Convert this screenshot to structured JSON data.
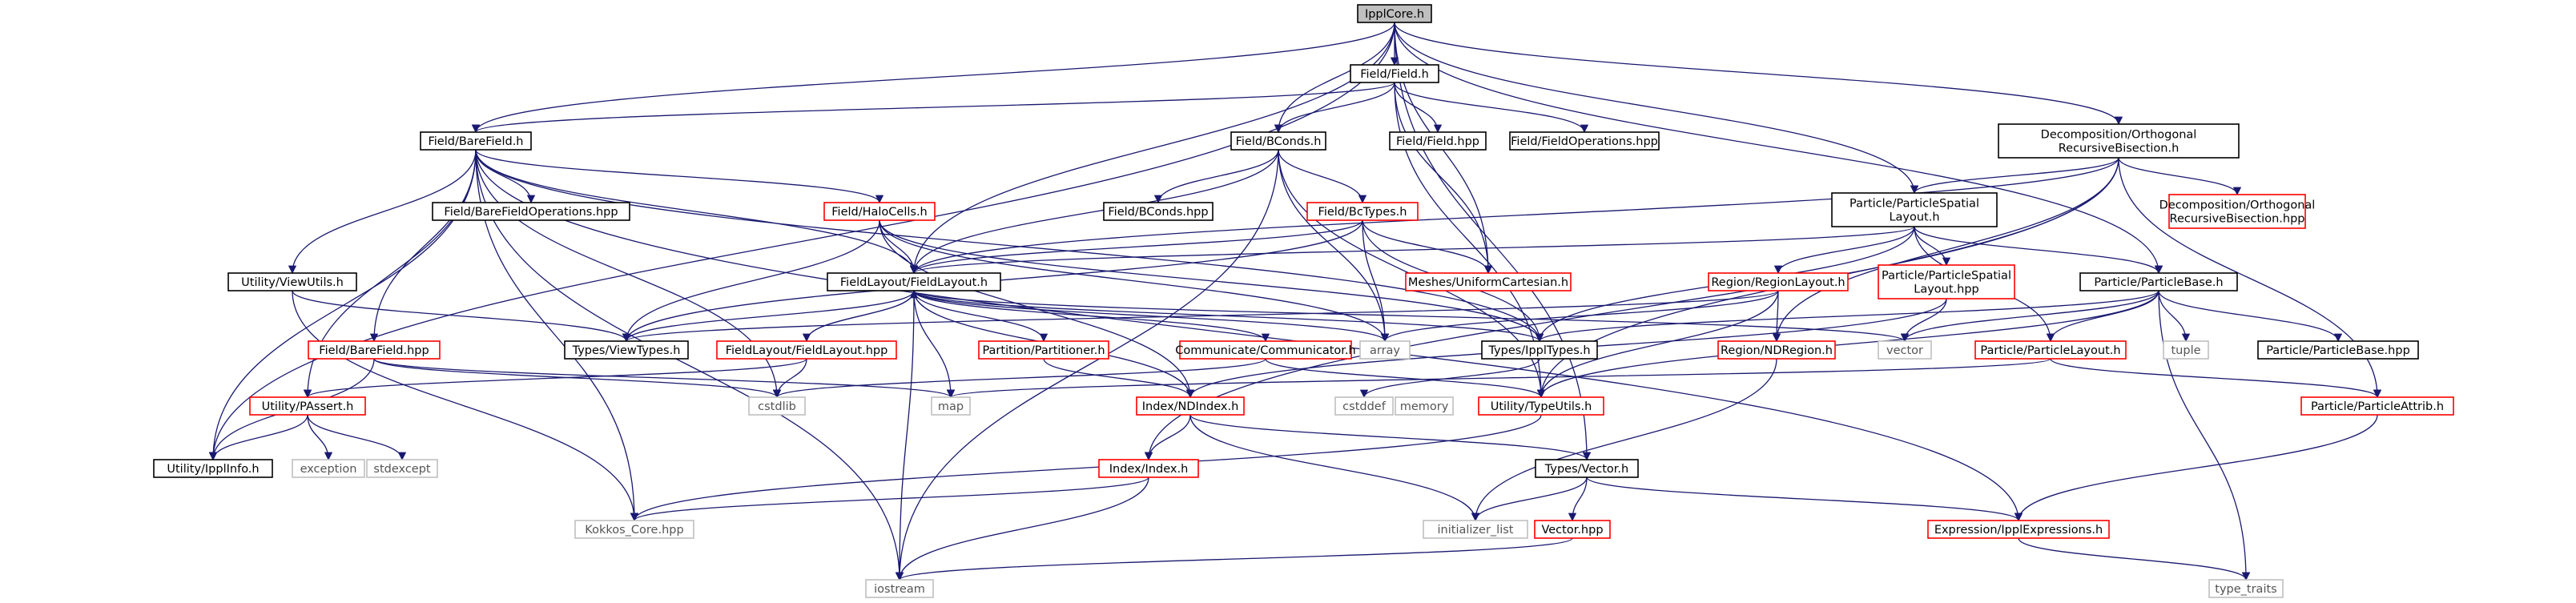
{
  "graph": {
    "type": "include-dependency-graph",
    "colors": {
      "edge": "#191970",
      "root_fill": "#bfbfbf",
      "node_border": "#000000",
      "truncated_border": "#ff0000",
      "external_border": "#bfbfbf"
    },
    "nodes": {
      "root": {
        "label": "IpplCore.h",
        "kind": "root"
      },
      "field": {
        "label": "Field/Field.h",
        "kind": "normal"
      },
      "barefield": {
        "label": "Field/BareField.h",
        "kind": "normal"
      },
      "bconds": {
        "label": "Field/BConds.h",
        "kind": "normal"
      },
      "decomp": {
        "label": "Decomposition/Orthogonal\nRecursiveBisection.h",
        "kind": "normal"
      },
      "fieldhpp": {
        "label": "Field/Field.hpp",
        "kind": "normal"
      },
      "fieldops": {
        "label": "Field/FieldOperations.hpp",
        "kind": "normal"
      },
      "barefieldops": {
        "label": "Field/BareFieldOperations.hpp",
        "kind": "normal"
      },
      "halocells": {
        "label": "Field/HaloCells.h",
        "kind": "red"
      },
      "bcondshpp": {
        "label": "Field/BConds.hpp",
        "kind": "normal"
      },
      "bctypes": {
        "label": "Field/BcTypes.h",
        "kind": "red"
      },
      "pslayout": {
        "label": "Particle/ParticleSpatial\nLayout.h",
        "kind": "normal"
      },
      "orbhpp": {
        "label": "Decomposition/Orthogonal\nRecursiveBisection.hpp",
        "kind": "red"
      },
      "viewutils": {
        "label": "Utility/ViewUtils.h",
        "kind": "normal"
      },
      "fieldlayout": {
        "label": "FieldLayout/FieldLayout.h",
        "kind": "normal"
      },
      "uniformcart": {
        "label": "Meshes/UniformCartesian.h",
        "kind": "red"
      },
      "regionlayout": {
        "label": "Region/RegionLayout.h",
        "kind": "red"
      },
      "pslayouthpp": {
        "label": "Particle/ParticleSpatial\nLayout.hpp",
        "kind": "red"
      },
      "pbase": {
        "label": "Particle/ParticleBase.h",
        "kind": "normal"
      },
      "barefieldhpp": {
        "label": "Field/BareField.hpp",
        "kind": "red"
      },
      "viewtypes": {
        "label": "Types/ViewTypes.h",
        "kind": "normal"
      },
      "fieldlayouthpp": {
        "label": "FieldLayout/FieldLayout.hpp",
        "kind": "red"
      },
      "partitioner": {
        "label": "Partition/Partitioner.h",
        "kind": "red"
      },
      "communicator": {
        "label": "Communicate/Communicator.h",
        "kind": "red"
      },
      "array": {
        "label": "array",
        "kind": "gray"
      },
      "ippltypes": {
        "label": "Types/IpplTypes.h",
        "kind": "normal"
      },
      "ndregion": {
        "label": "Region/NDRegion.h",
        "kind": "red"
      },
      "vector_std": {
        "label": "vector",
        "kind": "gray"
      },
      "tuple": {
        "label": "tuple",
        "kind": "gray"
      },
      "pbasehpp": {
        "label": "Particle/ParticleBase.hpp",
        "kind": "normal"
      },
      "playout": {
        "label": "Particle/ParticleLayout.h",
        "kind": "red"
      },
      "passert": {
        "label": "Utility/PAssert.h",
        "kind": "red"
      },
      "cstdlib": {
        "label": "cstdlib",
        "kind": "gray"
      },
      "map": {
        "label": "map",
        "kind": "gray"
      },
      "ndindex": {
        "label": "Index/NDIndex.h",
        "kind": "red"
      },
      "cstddef": {
        "label": "cstddef",
        "kind": "gray"
      },
      "memory": {
        "label": "memory",
        "kind": "gray"
      },
      "typeutils": {
        "label": "Utility/TypeUtils.h",
        "kind": "red"
      },
      "pattrib": {
        "label": "Particle/ParticleAttrib.h",
        "kind": "red"
      },
      "exception": {
        "label": "exception",
        "kind": "gray"
      },
      "stdexcept": {
        "label": "stdexcept",
        "kind": "gray"
      },
      "ipplinfo": {
        "label": "Utility/IpplInfo.h",
        "kind": "normal"
      },
      "index": {
        "label": "Index/Index.h",
        "kind": "red"
      },
      "typesvector": {
        "label": "Types/Vector.h",
        "kind": "normal"
      },
      "kokkoscore": {
        "label": "Kokkos_Core.hpp",
        "kind": "gray"
      },
      "initlist": {
        "label": "initializer_list",
        "kind": "gray"
      },
      "vectorhpp": {
        "label": "Vector.hpp",
        "kind": "red"
      },
      "expressions": {
        "label": "Expression/IpplExpressions.h",
        "kind": "red"
      },
      "iostream": {
        "label": "iostream",
        "kind": "gray"
      },
      "typetraits": {
        "label": "type_traits",
        "kind": "gray"
      }
    },
    "edges": [
      [
        "root",
        "field"
      ],
      [
        "root",
        "barefield"
      ],
      [
        "root",
        "bconds"
      ],
      [
        "root",
        "decomp"
      ],
      [
        "root",
        "fieldlayout"
      ],
      [
        "root",
        "uniformcart"
      ],
      [
        "root",
        "pslayout"
      ],
      [
        "root",
        "pbase"
      ],
      [
        "root",
        "ipplinfo"
      ],
      [
        "root",
        "typesvector"
      ],
      [
        "field",
        "barefield"
      ],
      [
        "field",
        "bconds"
      ],
      [
        "field",
        "fieldhpp"
      ],
      [
        "field",
        "fieldops"
      ],
      [
        "field",
        "uniformcart"
      ],
      [
        "field",
        "typeutils"
      ],
      [
        "barefield",
        "barefieldops"
      ],
      [
        "barefield",
        "halocells"
      ],
      [
        "barefield",
        "viewutils"
      ],
      [
        "barefield",
        "fieldlayout"
      ],
      [
        "barefield",
        "barefieldhpp"
      ],
      [
        "barefield",
        "ippltypes"
      ],
      [
        "barefield",
        "passert"
      ],
      [
        "barefield",
        "ipplinfo"
      ],
      [
        "barefield",
        "cstdlib"
      ],
      [
        "barefield",
        "kokkoscore"
      ],
      [
        "barefield",
        "iostream"
      ],
      [
        "barefield",
        "expressions"
      ],
      [
        "bconds",
        "bcondshpp"
      ],
      [
        "bconds",
        "bctypes"
      ],
      [
        "bconds",
        "fieldlayout"
      ],
      [
        "bconds",
        "array"
      ],
      [
        "bconds",
        "iostream"
      ],
      [
        "bconds",
        "typeutils"
      ],
      [
        "decomp",
        "pslayout"
      ],
      [
        "decomp",
        "orbhpp"
      ],
      [
        "decomp",
        "fieldlayout"
      ],
      [
        "decomp",
        "ndregion"
      ],
      [
        "decomp",
        "pattrib"
      ],
      [
        "decomp",
        "index"
      ],
      [
        "decomp",
        "typeutils"
      ],
      [
        "halocells",
        "fieldlayout"
      ],
      [
        "halocells",
        "viewtypes"
      ],
      [
        "halocells",
        "array"
      ],
      [
        "halocells",
        "ippltypes"
      ],
      [
        "halocells",
        "ndindex"
      ],
      [
        "bctypes",
        "fieldlayout"
      ],
      [
        "bctypes",
        "viewtypes"
      ],
      [
        "bctypes",
        "uniformcart"
      ],
      [
        "bctypes",
        "ippltypes"
      ],
      [
        "bctypes",
        "array"
      ],
      [
        "pslayout",
        "fieldlayout"
      ],
      [
        "pslayout",
        "regionlayout"
      ],
      [
        "pslayout",
        "pslayouthpp"
      ],
      [
        "pslayout",
        "pbase"
      ],
      [
        "pslayout",
        "ippltypes"
      ],
      [
        "pslayout",
        "playout"
      ],
      [
        "viewutils",
        "viewtypes"
      ],
      [
        "viewutils",
        "kokkoscore"
      ],
      [
        "fieldlayout",
        "viewtypes"
      ],
      [
        "fieldlayout",
        "fieldlayouthpp"
      ],
      [
        "fieldlayout",
        "partitioner"
      ],
      [
        "fieldlayout",
        "communicator"
      ],
      [
        "fieldlayout",
        "array"
      ],
      [
        "fieldlayout",
        "ippltypes"
      ],
      [
        "fieldlayout",
        "vector_std"
      ],
      [
        "fieldlayout",
        "map"
      ],
      [
        "fieldlayout",
        "iostream"
      ],
      [
        "fieldlayout",
        "ndindex"
      ],
      [
        "fieldlayouthpp",
        "fieldlayout"
      ],
      [
        "fieldlayouthpp",
        "cstdlib"
      ],
      [
        "fieldlayouthpp",
        "passert"
      ],
      [
        "regionlayout",
        "ndregion"
      ],
      [
        "regionlayout",
        "array"
      ],
      [
        "regionlayout",
        "typeutils"
      ],
      [
        "regionlayout",
        "viewtypes"
      ],
      [
        "pslayouthpp",
        "vector_std"
      ],
      [
        "pslayouthpp",
        "ndindex"
      ],
      [
        "pbase",
        "vector_std"
      ],
      [
        "pbase",
        "tuple"
      ],
      [
        "pbase",
        "pbasehpp"
      ],
      [
        "pbase",
        "playout"
      ],
      [
        "pbase",
        "ippltypes"
      ],
      [
        "pbase",
        "typeutils"
      ],
      [
        "pbase",
        "typetraits"
      ],
      [
        "barefieldhpp",
        "cstdlib"
      ],
      [
        "barefieldhpp",
        "map"
      ],
      [
        "barefieldhpp",
        "ipplinfo"
      ],
      [
        "partitioner",
        "ndindex"
      ],
      [
        "communicator",
        "cstdlib"
      ],
      [
        "communicator",
        "typeutils"
      ],
      [
        "ippltypes",
        "cstddef"
      ],
      [
        "ndregion",
        "initlist"
      ],
      [
        "playout",
        "map"
      ],
      [
        "playout",
        "pattrib"
      ],
      [
        "passert",
        "exception"
      ],
      [
        "passert",
        "stdexcept"
      ],
      [
        "passert",
        "ipplinfo"
      ],
      [
        "ndindex",
        "index"
      ],
      [
        "ndindex",
        "typesvector"
      ],
      [
        "ndindex",
        "initlist"
      ],
      [
        "typeutils",
        "kokkoscore"
      ],
      [
        "pattrib",
        "expressions"
      ],
      [
        "index",
        "kokkoscore"
      ],
      [
        "index",
        "iostream"
      ],
      [
        "typesvector",
        "initlist"
      ],
      [
        "typesvector",
        "vectorhpp"
      ],
      [
        "typesvector",
        "expressions"
      ],
      [
        "vectorhpp",
        "iostream"
      ],
      [
        "expressions",
        "typetraits"
      ]
    ]
  }
}
